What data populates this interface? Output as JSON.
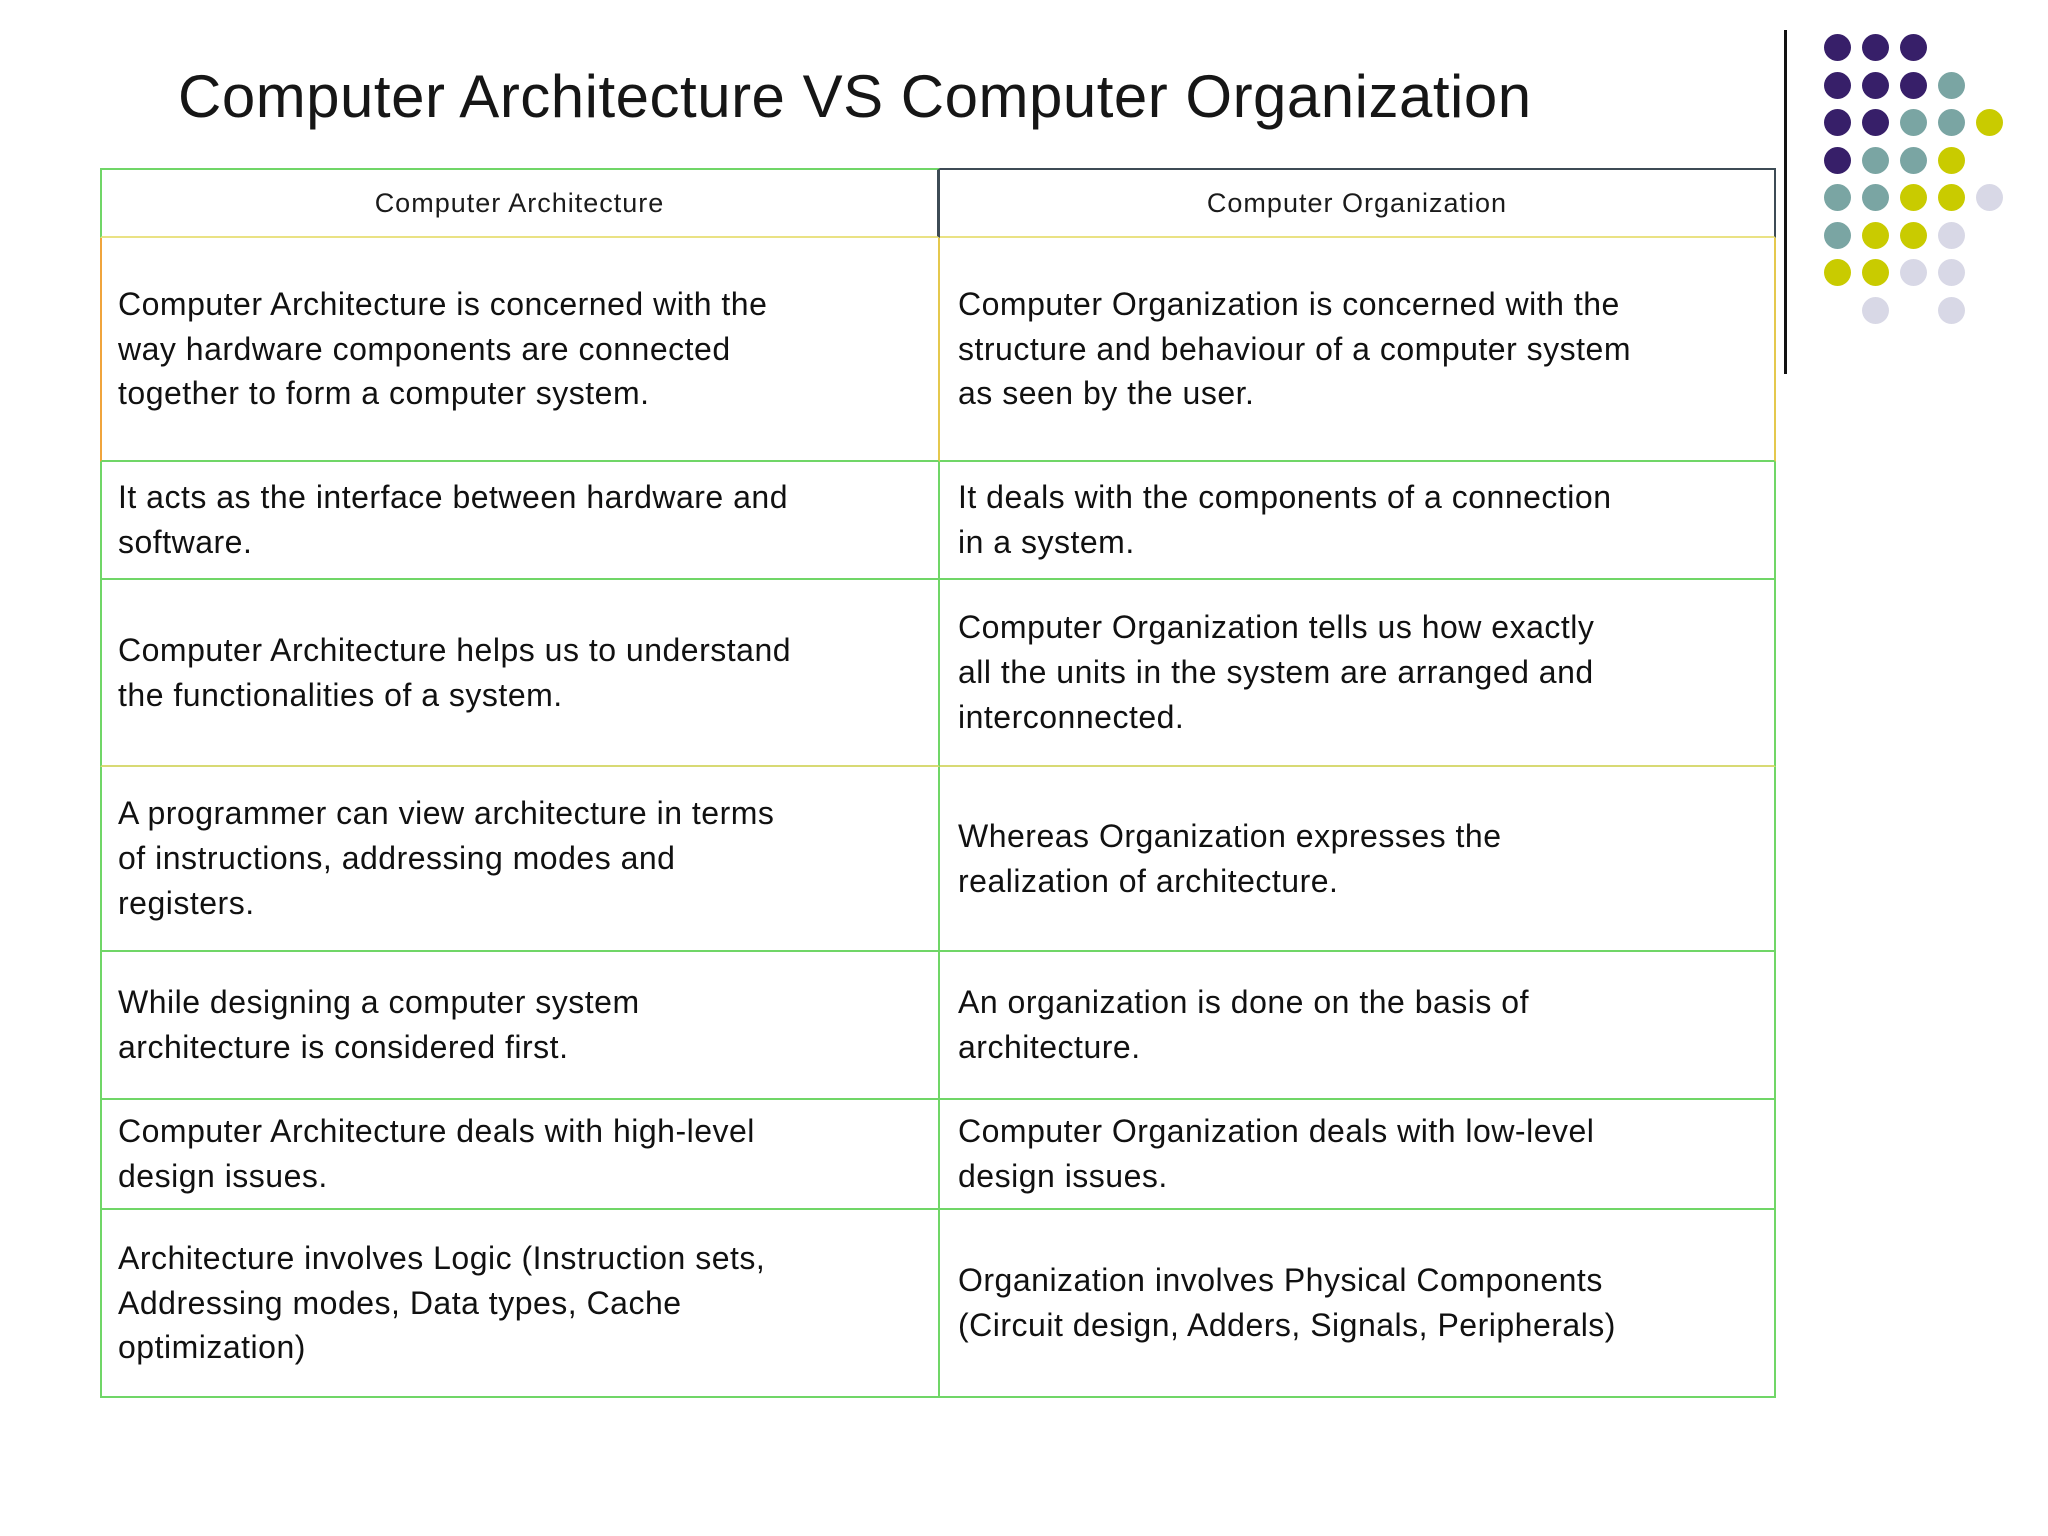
{
  "page": {
    "title": "Computer Architecture VS Computer Organization"
  },
  "table": {
    "headers": [
      "Computer Architecture",
      "Computer Organization"
    ],
    "rows": [
      {
        "architecture": "Computer Architecture is concerned with the\nway hardware components are connected\ntogether to form a computer system.",
        "organization": "Computer Organization is concerned with the\nstructure and behaviour of a computer system\nas seen by the user."
      },
      {
        "architecture": "It acts as the interface between hardware and\nsoftware.",
        "organization": "It deals with the components of a connection\nin a system."
      },
      {
        "architecture": "Computer Architecture helps us to understand\nthe functionalities of a system.",
        "organization": "Computer Organization tells us how exactly\nall the units in the system are arranged and\ninterconnected."
      },
      {
        "architecture": "A programmer can view architecture in terms\nof instructions, addressing modes and\nregisters.",
        "organization": "Whereas Organization expresses the\nrealization of architecture."
      },
      {
        "architecture": "While designing a computer system\narchitecture is considered first.",
        "organization": "An organization is done on the basis of\narchitecture."
      },
      {
        "architecture": "Computer Architecture deals with high-level\ndesign issues.",
        "organization": "Computer Organization deals with low-level\ndesign issues."
      },
      {
        "architecture": "Architecture involves Logic (Instruction sets,\nAddressing modes, Data types, Cache\noptimization)",
        "organization": "Organization involves Physical Components\n(Circuit design, Adders, Signals, Peripherals)"
      }
    ]
  },
  "decoration": {
    "dot_colors": {
      "purple": "#371f69",
      "teal": "#7aa5a3",
      "yellow": "#c9cb00",
      "light": "#d8d8e6"
    },
    "dot_grid": [
      [
        "purple",
        "purple",
        "purple",
        "",
        ""
      ],
      [
        "purple",
        "purple",
        "purple",
        "teal",
        ""
      ],
      [
        "purple",
        "purple",
        "teal",
        "teal",
        "yellow"
      ],
      [
        "purple",
        "teal",
        "teal",
        "yellow",
        ""
      ],
      [
        "teal",
        "teal",
        "yellow",
        "yellow",
        "light"
      ],
      [
        "teal",
        "yellow",
        "yellow",
        "light",
        ""
      ],
      [
        "yellow",
        "yellow",
        "light",
        "light",
        ""
      ],
      [
        "",
        "light",
        "",
        "light",
        ""
      ]
    ]
  },
  "colors": {
    "table-border-green": "#70d667",
    "table-border-pale-yellow": "#eae284",
    "table-border-yellow": "#e5c84e",
    "table-border-yellow-green": "#d8da74",
    "table-border-orange": "#f0a43c",
    "table-border-dark": "#3d4b55",
    "divider-line-black": "#121212",
    "title-text": "#161616",
    "body-text": "#111111"
  }
}
